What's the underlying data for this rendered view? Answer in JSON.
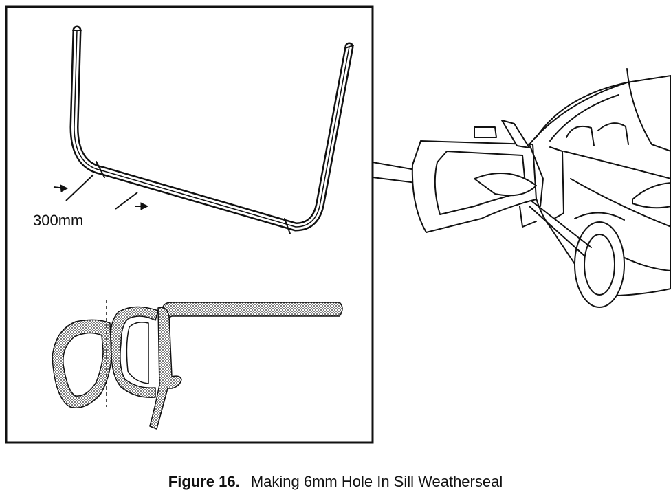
{
  "figure": {
    "measurement_label": "300mm",
    "caption_number": "Figure 16.",
    "caption_text": "Making 6mm Hole In Sill Weatherseal"
  }
}
